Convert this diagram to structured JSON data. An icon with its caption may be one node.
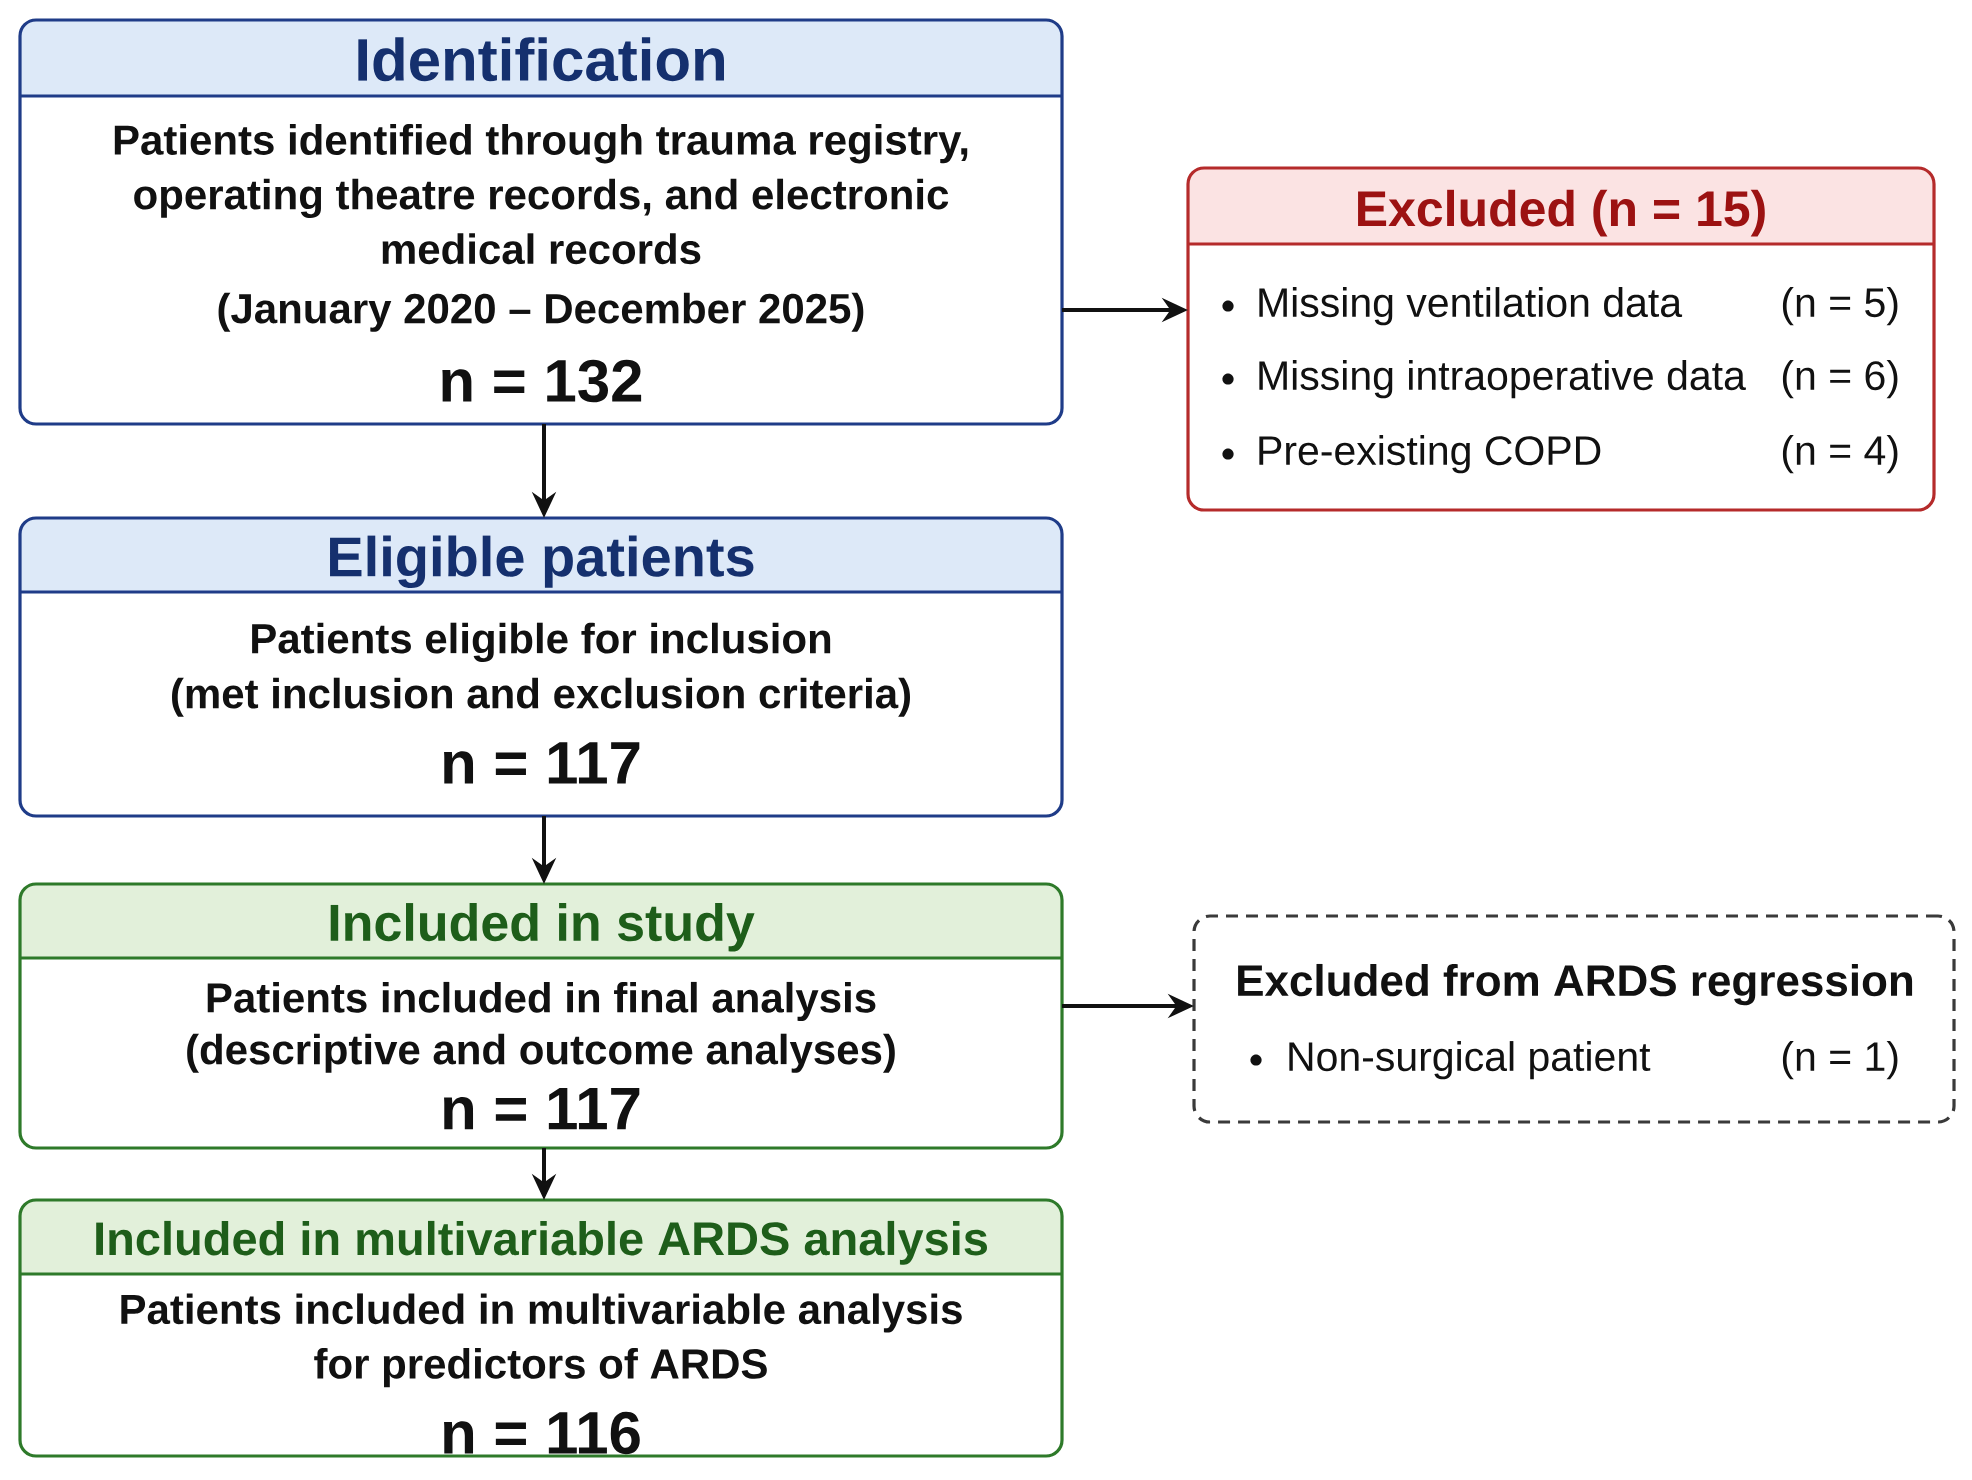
{
  "diagram": {
    "nodes": [
      {
        "text": [
          "Identification",
          "Patients identified through trauma registry, operating theatre records, and electronic medical records",
          "(January 2020 – December 2025)",
          "n = 132"
        ]
      },
      {
        "text": [
          "Excluded (n = 15)",
          "Missing ventilation data",
          "(n = 5)",
          "Missing intraoperative data",
          "(n = 6)",
          "Pre-existing COPD",
          "(n = 4)"
        ]
      },
      {
        "text": [
          "Eligible patients",
          "Patients eligible for inclusion",
          "(met inclusion and exclusion criteria)",
          "n = 117"
        ]
      },
      {
        "text": [
          "Included in study",
          "Patients included in final analysis",
          "(descriptive and outcome analyses)",
          "n = 117"
        ]
      },
      {
        "text": [
          "Excluded from ARDS regression",
          "Non-surgical patient",
          "(n = 1)"
        ]
      },
      {
        "text": [
          "Included in multivariable ARDS analysis",
          "Patients included in multivariable analysis for predictors of ARDS",
          "n = 116"
        ]
      }
    ],
    "edges": [
      {
        "from": 0,
        "to": 1,
        "arrow": "to"
      },
      {
        "from": 0,
        "to": 2,
        "arrow": "to"
      },
      {
        "from": 2,
        "to": 3,
        "arrow": "to"
      },
      {
        "from": 3,
        "to": 4,
        "arrow": "to"
      },
      {
        "from": 3,
        "to": 5,
        "arrow": "to"
      }
    ]
  }
}
